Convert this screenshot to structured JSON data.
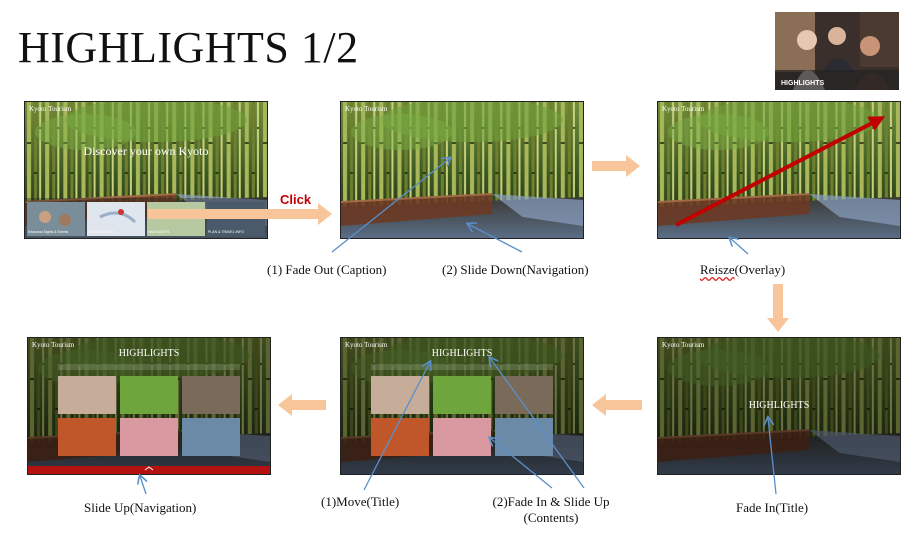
{
  "slide": {
    "title": "HIGHLIGHTS 1/2",
    "click_label": "Click"
  },
  "thumbnail": {
    "caption": "HIGHLIGHTS"
  },
  "frames": {
    "frame1": {
      "logo": "Kyoto Tourism",
      "caption": "Discover your own Kyoto",
      "nav": [
        "Seasonal Sights & Events",
        "DESTINATIONS",
        "HIGHLIGHTS",
        "PLAN & TRAVEL INFO"
      ]
    },
    "frame2": {
      "logo": "Kyoto Tourism"
    },
    "frame3": {
      "logo": "Kyoto Tourism"
    },
    "frame4": {
      "logo": "Kyoto Tourism",
      "heading": "HIGHLIGHTS"
    },
    "frame5": {
      "logo": "Kyoto Tourism",
      "heading": "HIGHLIGHTS"
    },
    "frame6": {
      "logo": "Kyoto Tourism",
      "heading": "HIGHLIGHTS"
    }
  },
  "labels": {
    "fade_out_caption": "(1) Fade Out (Caption)",
    "slide_down_nav": "(2) Slide Down(Navigation)",
    "resize_word": "Reisze",
    "resize_rest": "(Overlay)",
    "fade_in_title": "Fade In(Title)",
    "move_title": "(1)Move(Title)",
    "fade_in_slide_up_line1": "(2)Fade In & Slide Up",
    "fade_in_slide_up_line2": "(Contents)",
    "slide_up_nav": "Slide Up(Navigation)"
  },
  "colors": {
    "arrow": "#f8c49a",
    "callout": "#5b8fc9",
    "red_arrow": "#c00000",
    "nav_red": "#b51111"
  }
}
